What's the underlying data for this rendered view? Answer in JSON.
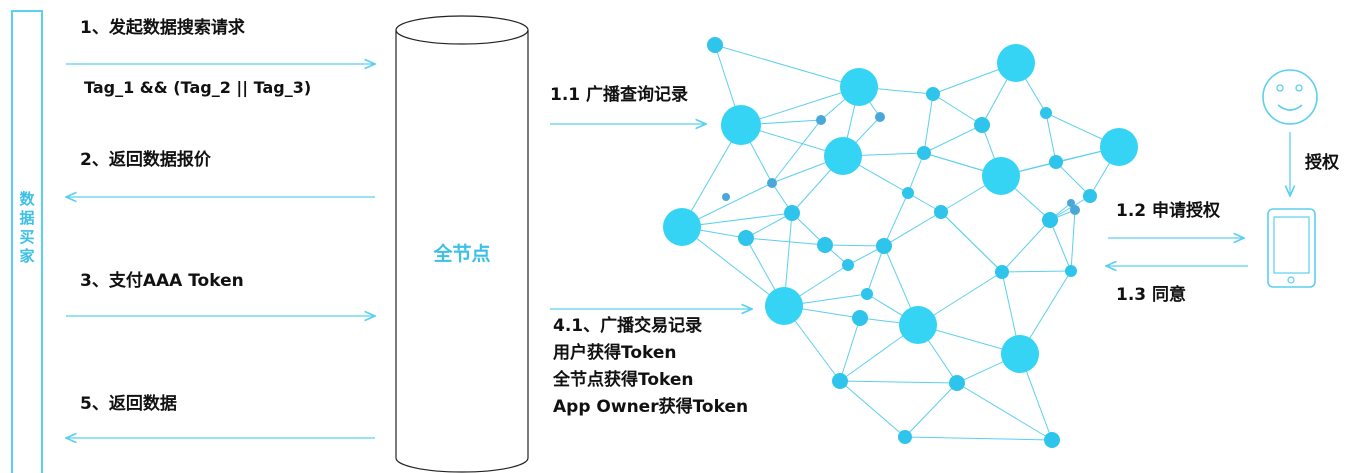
{
  "buyer": {
    "label": "数据买家"
  },
  "full_node": {
    "label": "全节点"
  },
  "steps": {
    "s1_title": "1、发起数据搜索请求",
    "s1_query": "Tag_1 && (Tag_2 || Tag_3)",
    "s2": "2、返回数据报价",
    "s3": "3、支付AAA Token",
    "s5": "5、返回数据",
    "s11": "1.1 广播查询记录",
    "s41": "4.1、广播交易记录",
    "s41_l2": "用户获得Token",
    "s41_l3": "全节点获得Token",
    "s41_l4": "App Owner获得Token",
    "s12": "1.2 申请授权",
    "s13": "1.3 同意",
    "auth": "授权"
  },
  "colors": {
    "accent": "#3cc0e6",
    "line": "#5bd0ef",
    "node_dark": "#1e9ee0",
    "node_light": "#35d3f4"
  }
}
